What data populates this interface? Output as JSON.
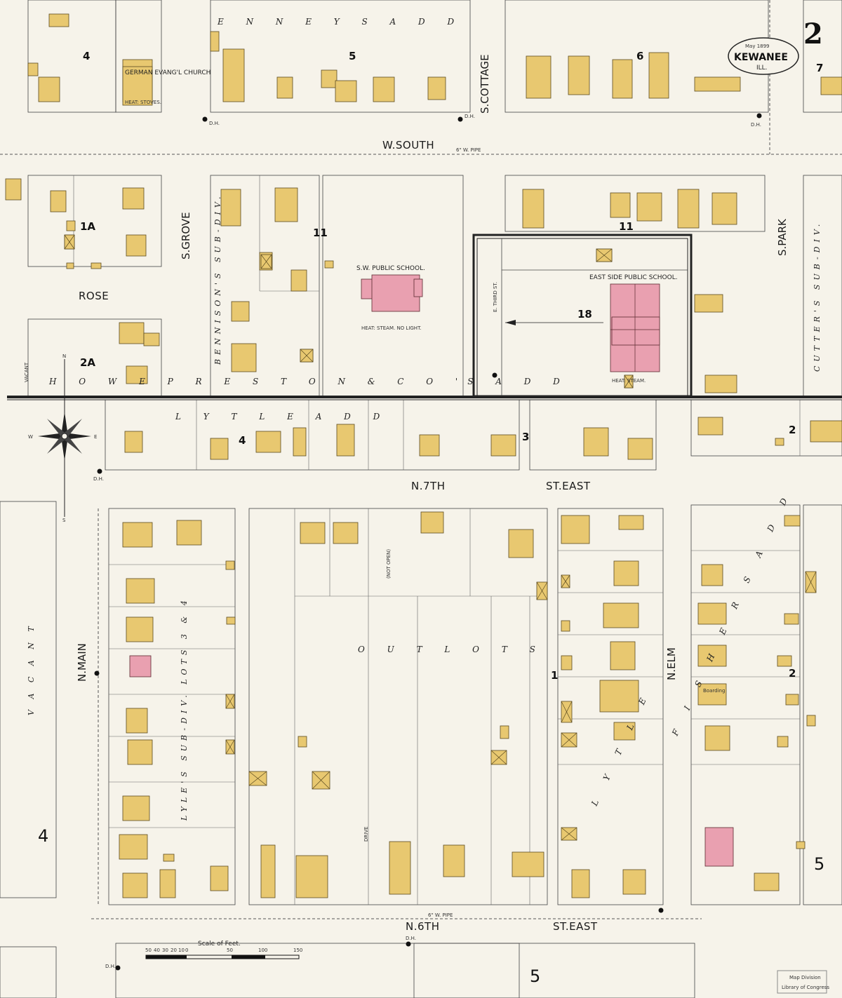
{
  "map": {
    "sheet_number": "2",
    "cartouche": {
      "date": "May 1899",
      "city": "KEWANEE",
      "state": "ILL."
    },
    "streets": {
      "w_south": "W.SOUTH",
      "rose": "ROSE",
      "s_grove": "S.GROVE",
      "s_cottage": "S.COTTAGE",
      "s_park": "S.PARK",
      "e_third": "E. THIRD ST.",
      "n_seventh": "N.7TH",
      "n_seventh_east": "ST.EAST",
      "n_sixth": "N.6TH",
      "n_sixth_east": "ST.EAST",
      "n_main": "N.MAIN",
      "n_elm": "N.ELM"
    },
    "additions": {
      "kenneys": "E N N E Y S  A D D",
      "preston": "H O W E  P R E S T O N  &  C O 'S  A D D",
      "lytle": "L Y T L E  A D D",
      "lytle_lower": "L Y T L E",
      "lyles_subdiv": "LYLE'S SUB-DIV. LOTS 3 & 4",
      "bennisons": "BENNISON'S SUB-DIV.",
      "cutters": "CUTTER'S SUB-DIV.",
      "fishers": "F I S H E R S  A D D",
      "out_lots": "O U T   L O T S",
      "not_open": "(NOT OPEN)",
      "drive": "DRIVE",
      "vacant_left": "V A C A N T",
      "vacant_small": "VACANT"
    },
    "block_numbers": [
      "4",
      "5",
      "6",
      "7",
      "1A",
      "2A",
      "11",
      "11",
      "18",
      "4",
      "3",
      "2",
      "1",
      "2"
    ],
    "adjacent_sheets": {
      "left": "4",
      "right": "5",
      "bottom": "5",
      "top_right": "7"
    },
    "buildings": {
      "sw_school": "S.W. PUBLIC SCHOOL.",
      "sw_school_heat": "HEAT: STEAM. NO LIGHT.",
      "east_school": "EAST SIDE PUBLIC SCHOOL.",
      "east_school_heat": "HEAT: STEAM.",
      "church": "GERMAN EVANG'L CHURCH",
      "church_heat": "HEAT: STOVES.",
      "boarding": "Boarding"
    },
    "utility_labels": {
      "water_pipe": "6\" W. PIPE",
      "hydrant": "D.H."
    },
    "scale": {
      "title": "Scale of Feet.",
      "ticks": [
        "50",
        "40",
        "30",
        "20",
        "10",
        "0",
        "50",
        "100",
        "150"
      ]
    },
    "stamp": {
      "line1": "Map Division",
      "line2": "Library of Congress"
    },
    "compass": {
      "north": "N",
      "east": "E",
      "west": "W",
      "south": "S"
    }
  }
}
